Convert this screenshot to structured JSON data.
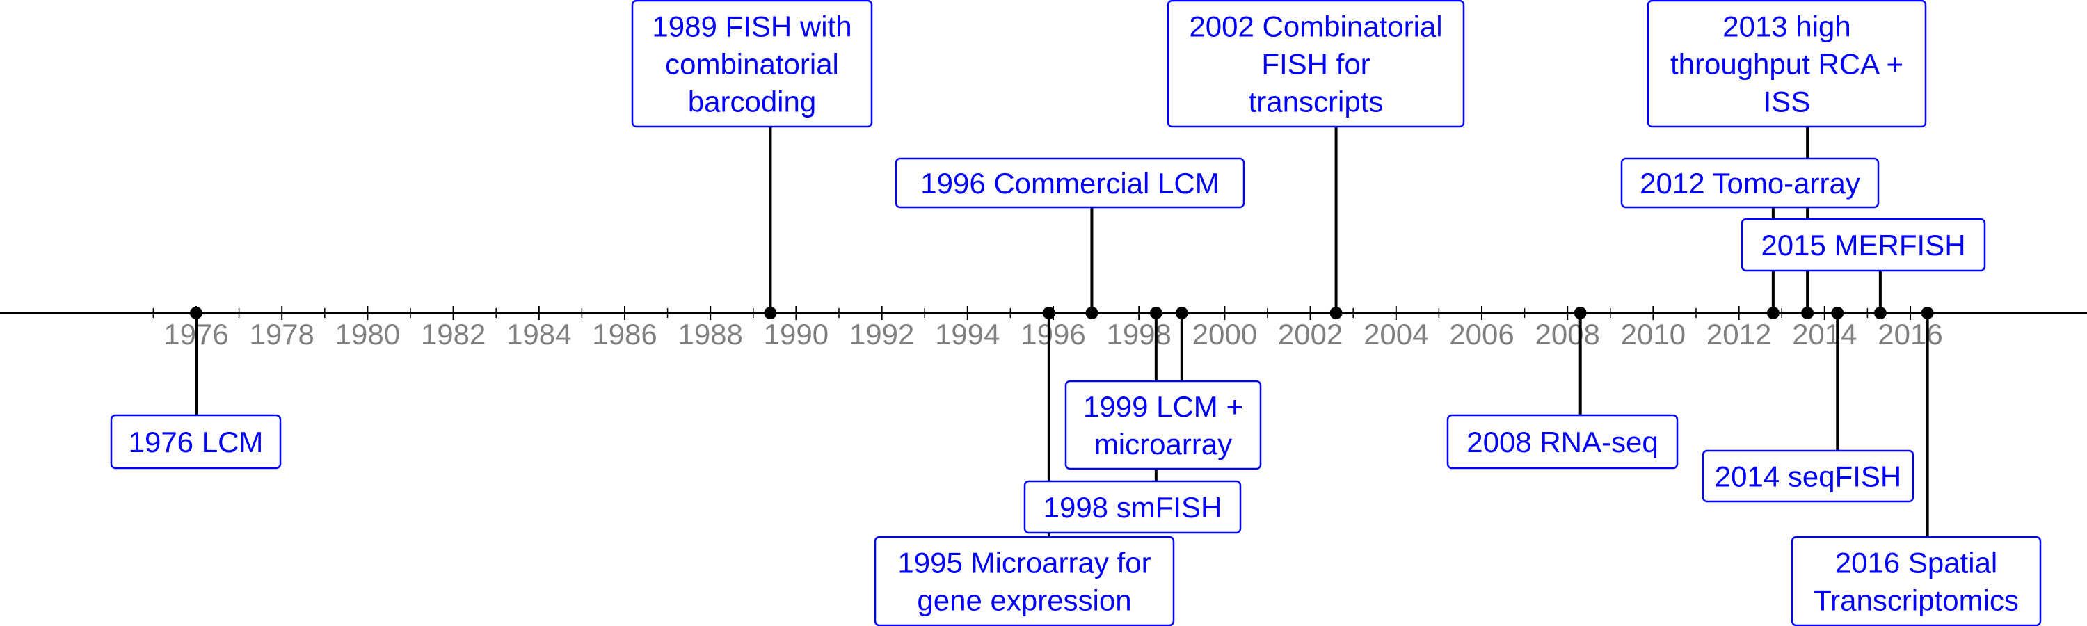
{
  "chart_data": {
    "type": "timeline",
    "axis": {
      "tick_labels": [
        "1976",
        "1978",
        "1980",
        "1982",
        "1984",
        "1986",
        "1988",
        "1990",
        "1992",
        "1994",
        "1996",
        "1998",
        "2000",
        "2002",
        "2004",
        "2006",
        "2008",
        "2010",
        "2012",
        "2014",
        "2016"
      ],
      "tick_years": [
        1976,
        1978,
        1980,
        1982,
        1984,
        1986,
        1988,
        1990,
        1992,
        1994,
        1996,
        1998,
        2000,
        2002,
        2004,
        2006,
        2008,
        2010,
        2012,
        2014,
        2016
      ],
      "minor_tick_years": [
        1975,
        1977,
        1979,
        1981,
        1983,
        1985,
        1987,
        1989,
        1991,
        1993,
        1995,
        1997,
        1999,
        2001,
        2003,
        2005,
        2007,
        2009,
        2011,
        2013,
        2015
      ],
      "year_range": [
        1971.4,
        2020.2
      ],
      "colors": {
        "axis": "#000000",
        "tick_label": "#808080",
        "event_text": "#0000ff",
        "event_border": "#0000ff"
      }
    },
    "events": [
      {
        "year": 1976.0,
        "lines": [
          "1976 LCM"
        ]
      },
      {
        "year": 1989.4,
        "lines": [
          "1989 FISH with",
          "combinatorial",
          "barcoding"
        ]
      },
      {
        "year": 1995.9,
        "lines": [
          "1995 Microarray for",
          "gene expression"
        ]
      },
      {
        "year": 1996.9,
        "lines": [
          "1996 Commercial LCM"
        ]
      },
      {
        "year": 1998.4,
        "lines": [
          "1998 smFISH"
        ]
      },
      {
        "year": 1999.0,
        "lines": [
          "1999 LCM +",
          "microarray"
        ]
      },
      {
        "year": 2002.6,
        "lines": [
          "2002 Combinatorial",
          "FISH for",
          "transcripts"
        ]
      },
      {
        "year": 2008.3,
        "lines": [
          "2008 RNA-seq"
        ]
      },
      {
        "year": 2012.8,
        "lines": [
          "2012 Tomo-array"
        ]
      },
      {
        "year": 2013.6,
        "lines": [
          "2013 high",
          "throughput RCA +",
          "ISS"
        ]
      },
      {
        "year": 2014.3,
        "lines": [
          "2014 seqFISH"
        ]
      },
      {
        "year": 2015.3,
        "lines": [
          "2015 MERFISH"
        ]
      },
      {
        "year": 2016.4,
        "lines": [
          "2016 Spatial",
          "Transcriptomics"
        ]
      }
    ]
  }
}
